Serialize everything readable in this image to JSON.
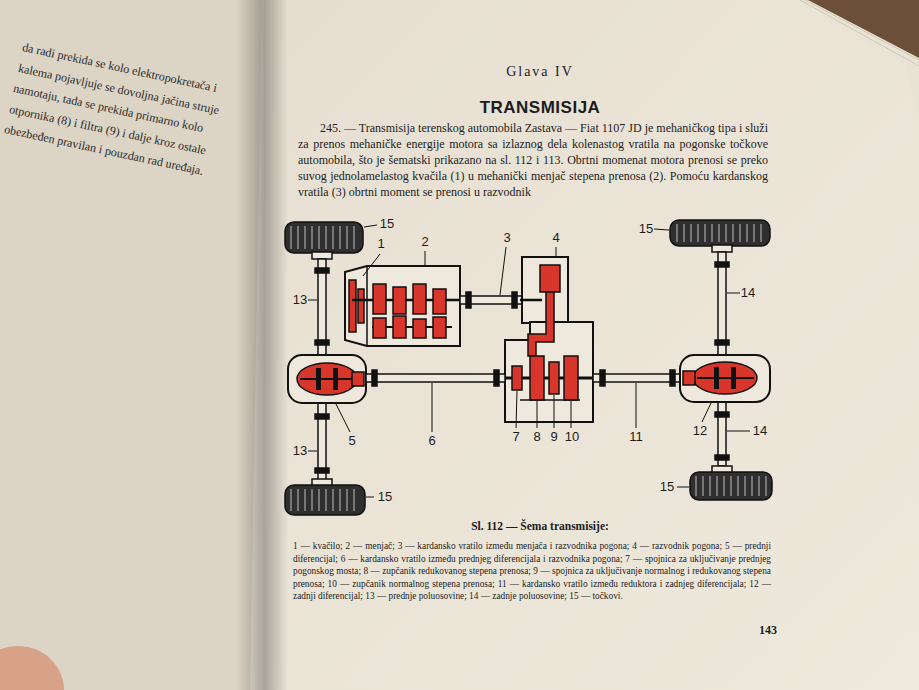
{
  "diagram": {
    "title": "TRANSMISIJA",
    "caption": "Sl. 112 — Šema transmisije:",
    "labels": [
      "da radi prekida se kolo elektropokretača i",
      "kalema pojavljuje se dovoljna jačina struje",
      "namotaju, tada se prekida primarno kolo",
      "otpornika (8) i filtra (9) i dalje kroz ostale",
      "obezbeđen pravilan i pouzdan rad uređaja.",
      "Glava IV",
      "245. — Transmisija terenskog automobila Zastava — Fiat 1107 JD je mehaničkog tipa i služi za prenos mehaničke energije motora sa izlaznog dela kolenastog vratila na pogonske točkove automobila, što je šematski prikazano na sl. 112 i 113. Obrtni momenat motora prenosi se preko suvog jednolamelastog kvačila (1) u mehanički menjač stepena prenosa (2). Pomoću kardanskog vratila (3) obrtni moment se prenosi u razvodnik",
      "15",
      "1",
      "2",
      "3",
      "4",
      "15",
      "13",
      "14",
      "5",
      "6",
      "7",
      "8",
      "9",
      "10",
      "11",
      "12",
      "13",
      "14",
      "15",
      "15",
      "1 — kvačilo; 2 — menjač; 3 — kardansko vratilo između menjača i razvodnika pogona; 4 — razvodnik pogona; 5 — prednji diferencijal; 6 — kardansko vratilo između prednjeg diferencijala i razvodnika pogona; 7 — spojnica za uključivanje prednjeg pogonskog mosta; 8 — zupčanik redukovanog stepena prenosa; 9 — spojnica za uključivanje normalnog i redukovanog stepena prenosa; 10 — zupčanik normalnog stepena prenosa; 11 — kardansko vratilo između reduktora i zadnjeg diferencijala; 12 — zadnji diferencijal; 13 — prednje poluosovine; 14 — zadnje poluosovine; 15 — točkovi.",
      "143"
    ]
  }
}
